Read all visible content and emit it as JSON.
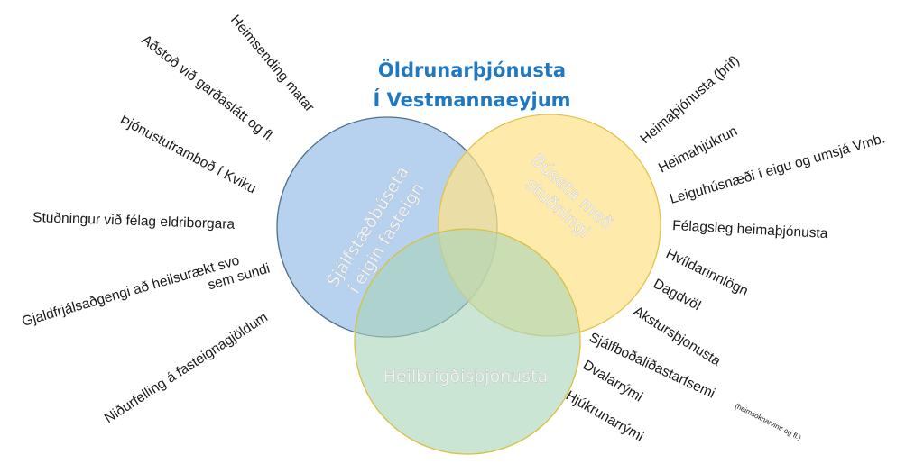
{
  "title": {
    "line1": "Öldrunarþjónusta",
    "line2": "Í Vestmannaeyjum"
  },
  "colors": {
    "title": "#1f78c1",
    "blue_circle": "#9fc3e8",
    "yellow_circle": "#fde28a",
    "green_circle": "#a9d3b9"
  },
  "circles": {
    "independent": {
      "line1": "Sjálfstæðbúseta",
      "line2": "í eigin fasteign"
    },
    "supported": {
      "line1": "Búseta með",
      "line2": "stuðningi"
    },
    "health": {
      "label": "Heilbrigðisþjónusta"
    }
  },
  "left_items": [
    "Heimsending matar",
    "Aðstoð við garðaslátt og fl.",
    "Þjónustuframboð í Kviku",
    "Stuðningur við félag eldriborgara",
    "Gjaldfrjálsaðgengi að heilsurækt svo",
    "sem sundi",
    "Niðurfelling á fasteignagjöldum"
  ],
  "right_items": [
    "Heimaþjónusta (þrif)",
    "Heimahjúkrun",
    "Leiguhúsnæði í eigu og umsjá Vmb.",
    "Félagsleg heimaþjónusta",
    "Hvíldarinnlögn",
    "Dagdvöl",
    "Akstursþjonusta",
    "Sjálfboðaliðastarfsemi",
    "(heimsóknarvinir og fl.)",
    "Dvalarrými",
    "Hjúkrunarrými"
  ]
}
